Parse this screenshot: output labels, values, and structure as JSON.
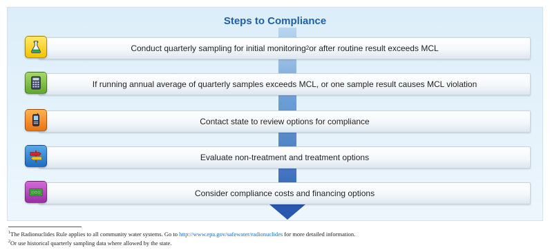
{
  "title": "Steps to Compliance",
  "steps": [
    {
      "text": "Conduct quarterly sampling for initial monitoring",
      "sup": "2",
      "text_after": " or after routine result exceeds MCL",
      "icon": "flask-icon",
      "color": "#f5c400"
    },
    {
      "text": "If running annual average of quarterly samples exceeds MCL, or one sample result causes MCL violation",
      "icon": "calculator-icon",
      "color": "#5ea92a"
    },
    {
      "text": "Contact state to review options for compliance",
      "icon": "phone-icon",
      "color": "#e9731a"
    },
    {
      "text": "Evaluate non-treatment and treatment options",
      "icon": "signpost-icon",
      "color": "#1f6cc2"
    },
    {
      "text": "Consider compliance costs and financing options",
      "icon": "money-icon",
      "color": "#9a2fa6"
    }
  ],
  "footnotes": {
    "one_marker": "1",
    "one_before": "The Radionuclides Rule applies to all community water systems. Go to ",
    "one_link": "http://www.epa.gov/safewater/radionuclides",
    "one_after": " for more detailed information.",
    "two_marker": "2",
    "two_text": "Or use historical quarterly sampling data where allowed by the state."
  },
  "accent_color": "#1f5fa8"
}
